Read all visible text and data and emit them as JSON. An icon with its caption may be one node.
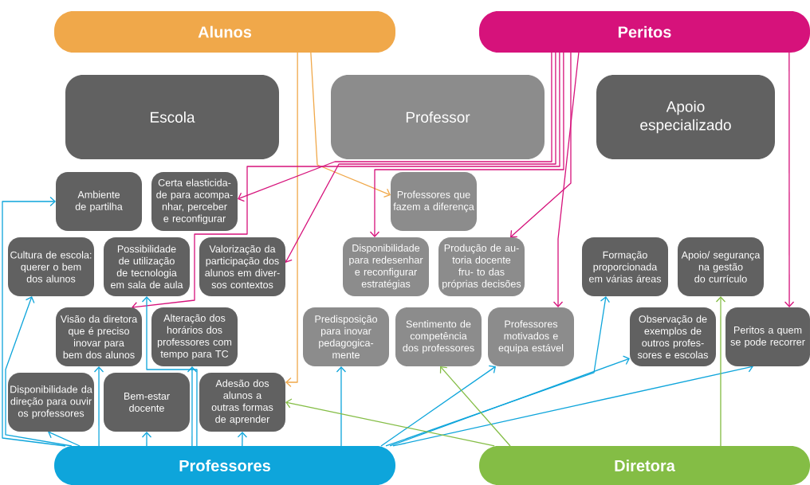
{
  "diagram": {
    "nodes": [
      {
        "text": [
          "Alunos"
        ]
      },
      {
        "text": [
          "Peritos"
        ]
      },
      {
        "text": [
          "Escola"
        ]
      },
      {
        "text": [
          "Professor"
        ]
      },
      {
        "text": [
          "Apoio especializado"
        ]
      },
      {
        "text": [
          "Ambiente de partilha"
        ]
      },
      {
        "text": [
          "Certa elasticida- de para acompa- nhar, perceber e reconfigurar"
        ]
      },
      {
        "text": [
          "Professores que fazem a diferença"
        ]
      },
      {
        "text": [
          "Cultura de escola: querer o bem dos alunos"
        ]
      },
      {
        "text": [
          "Possibilidade de utilização de tecnologia em sala de aula"
        ]
      },
      {
        "text": [
          "Valorização da participação dos alunos em diver- sos contextos"
        ]
      },
      {
        "text": [
          "Disponibilidade para redesenhar e reconfigurar estratégias"
        ]
      },
      {
        "text": [
          "Produção de au- toria docente fru- to das próprias decisões"
        ]
      },
      {
        "text": [
          "Formação proporcionada em várias áreas"
        ]
      },
      {
        "text": [
          "Apoio/ segurança na gestão do currículo"
        ]
      },
      {
        "text": [
          "Visão da diretora que é preciso inovar para bem dos alunos"
        ]
      },
      {
        "text": [
          "Alteração dos horários dos professores com tempo para TC"
        ]
      },
      {
        "text": [
          "Predisposição para inovar pedagogica- mente"
        ]
      },
      {
        "text": [
          "Sentimento de competência dos professores"
        ]
      },
      {
        "text": [
          "Professores motivados e equipa estável"
        ]
      },
      {
        "text": [
          "Observação de exemplos de outros profes- sores e escolas"
        ]
      },
      {
        "text": [
          "Peritos a quem se pode recorrer"
        ]
      },
      {
        "text": [
          "Disponibilidade da direção para ouvir os professores"
        ]
      },
      {
        "text": [
          "Bem-estar docente"
        ]
      },
      {
        "text": [
          "Adesão dos alunos a outras formas de aprender"
        ]
      },
      {
        "text": [
          "Professores"
        ]
      },
      {
        "text": [
          "Diretora"
        ]
      }
    ],
    "edges": [
      {
        "from": 0,
        "to": 24,
        "arrow": "to",
        "color": "#f0a84a"
      },
      {
        "from": 0,
        "to": 7,
        "arrow": "to",
        "color": "#f0a84a"
      },
      {
        "from": 1,
        "to": 6,
        "arrow": "to",
        "color": "#d6127b"
      },
      {
        "from": 1,
        "to": 10,
        "arrow": "to",
        "color": "#d6127b"
      },
      {
        "from": 1,
        "to": 15,
        "arrow": "to",
        "color": "#d6127b"
      },
      {
        "from": 1,
        "to": 11,
        "arrow": "to",
        "color": "#d6127b"
      },
      {
        "from": 1,
        "to": 12,
        "arrow": "to",
        "color": "#d6127b"
      },
      {
        "from": 1,
        "to": 19,
        "arrow": "to",
        "color": "#d6127b"
      },
      {
        "from": 1,
        "to": 21,
        "arrow": "to",
        "color": "#d6127b"
      },
      {
        "from": 25,
        "to": 8,
        "arrow": "to"
      },
      {
        "from": 25,
        "to": 22,
        "arrow": "to"
      },
      {
        "from": 25,
        "to": 15,
        "arrow": "to"
      },
      {
        "from": 25,
        "to": 5,
        "arrow": "to"
      },
      {
        "from": 25,
        "to": 23,
        "arrow": "to"
      },
      {
        "from": 25,
        "to": 16,
        "arrow": "to"
      },
      {
        "from": 25,
        "to": 9,
        "arrow": "to"
      },
      {
        "from": 25,
        "to": 24,
        "arrow": "to"
      },
      {
        "from": 25,
        "to": 17,
        "arrow": "to"
      },
      {
        "from": 25,
        "to": 19,
        "arrow": "to"
      },
      {
        "from": 25,
        "to": 13,
        "arrow": "to"
      },
      {
        "from": 25,
        "to": 20,
        "arrow": "to"
      },
      {
        "from": 25,
        "to": 21,
        "arrow": "to"
      },
      {
        "from": 26,
        "to": 24,
        "arrow": "to",
        "color": "#84bd45"
      },
      {
        "from": 26,
        "to": 18,
        "arrow": "to",
        "color": "#84bd45"
      },
      {
        "from": 26,
        "to": 14,
        "arrow": "to",
        "color": "#84bd45"
      }
    ]
  }
}
